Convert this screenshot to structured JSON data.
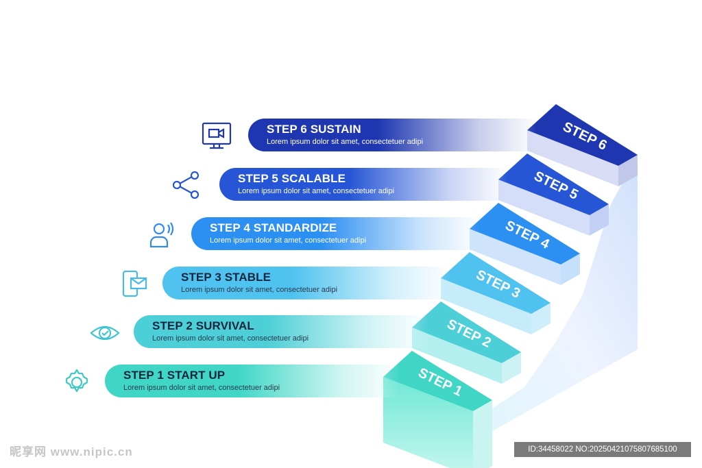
{
  "steps": [
    {
      "number": "STEP 1",
      "title": "STEP 1 START UP",
      "description": "Lorem ipsum dolor sit amet, consectetuer adipi",
      "icon": "gear-icon",
      "color": "#3fd6c6"
    },
    {
      "number": "STEP 2",
      "title": "STEP 2 SURVIVAL",
      "description": "Lorem ipsum dolor sit amet, consectetuer adipi",
      "icon": "eye-icon",
      "color": "#4ccfd6"
    },
    {
      "number": "STEP 3",
      "title": "STEP 3 STABLE",
      "description": "Lorem ipsum dolor sit amet, consectetuer adipi",
      "icon": "phone-mail-icon",
      "color": "#4fc2ef"
    },
    {
      "number": "STEP 4",
      "title": "STEP 4 STANDARDIZE",
      "description": "Lorem ipsum dolor sit amet, consectetuer adipi",
      "icon": "user-voice-icon",
      "color": "#2c8ff2"
    },
    {
      "number": "STEP 5",
      "title": "STEP 5 SCALABLE",
      "description": "Lorem ipsum dolor sit amet, consectetuer adipi",
      "icon": "share-icon",
      "color": "#2656d6"
    },
    {
      "number": "STEP 6",
      "title": "STEP 6 SUSTAIN",
      "description": "Lorem ipsum dolor sit amet, consectetuer adipi",
      "icon": "monitor-video-icon",
      "color": "#1e36b0"
    }
  ],
  "watermark": {
    "left": "昵享网 www.nipic.cn",
    "right": "ID:34458022 NO:20250421075807685100"
  }
}
